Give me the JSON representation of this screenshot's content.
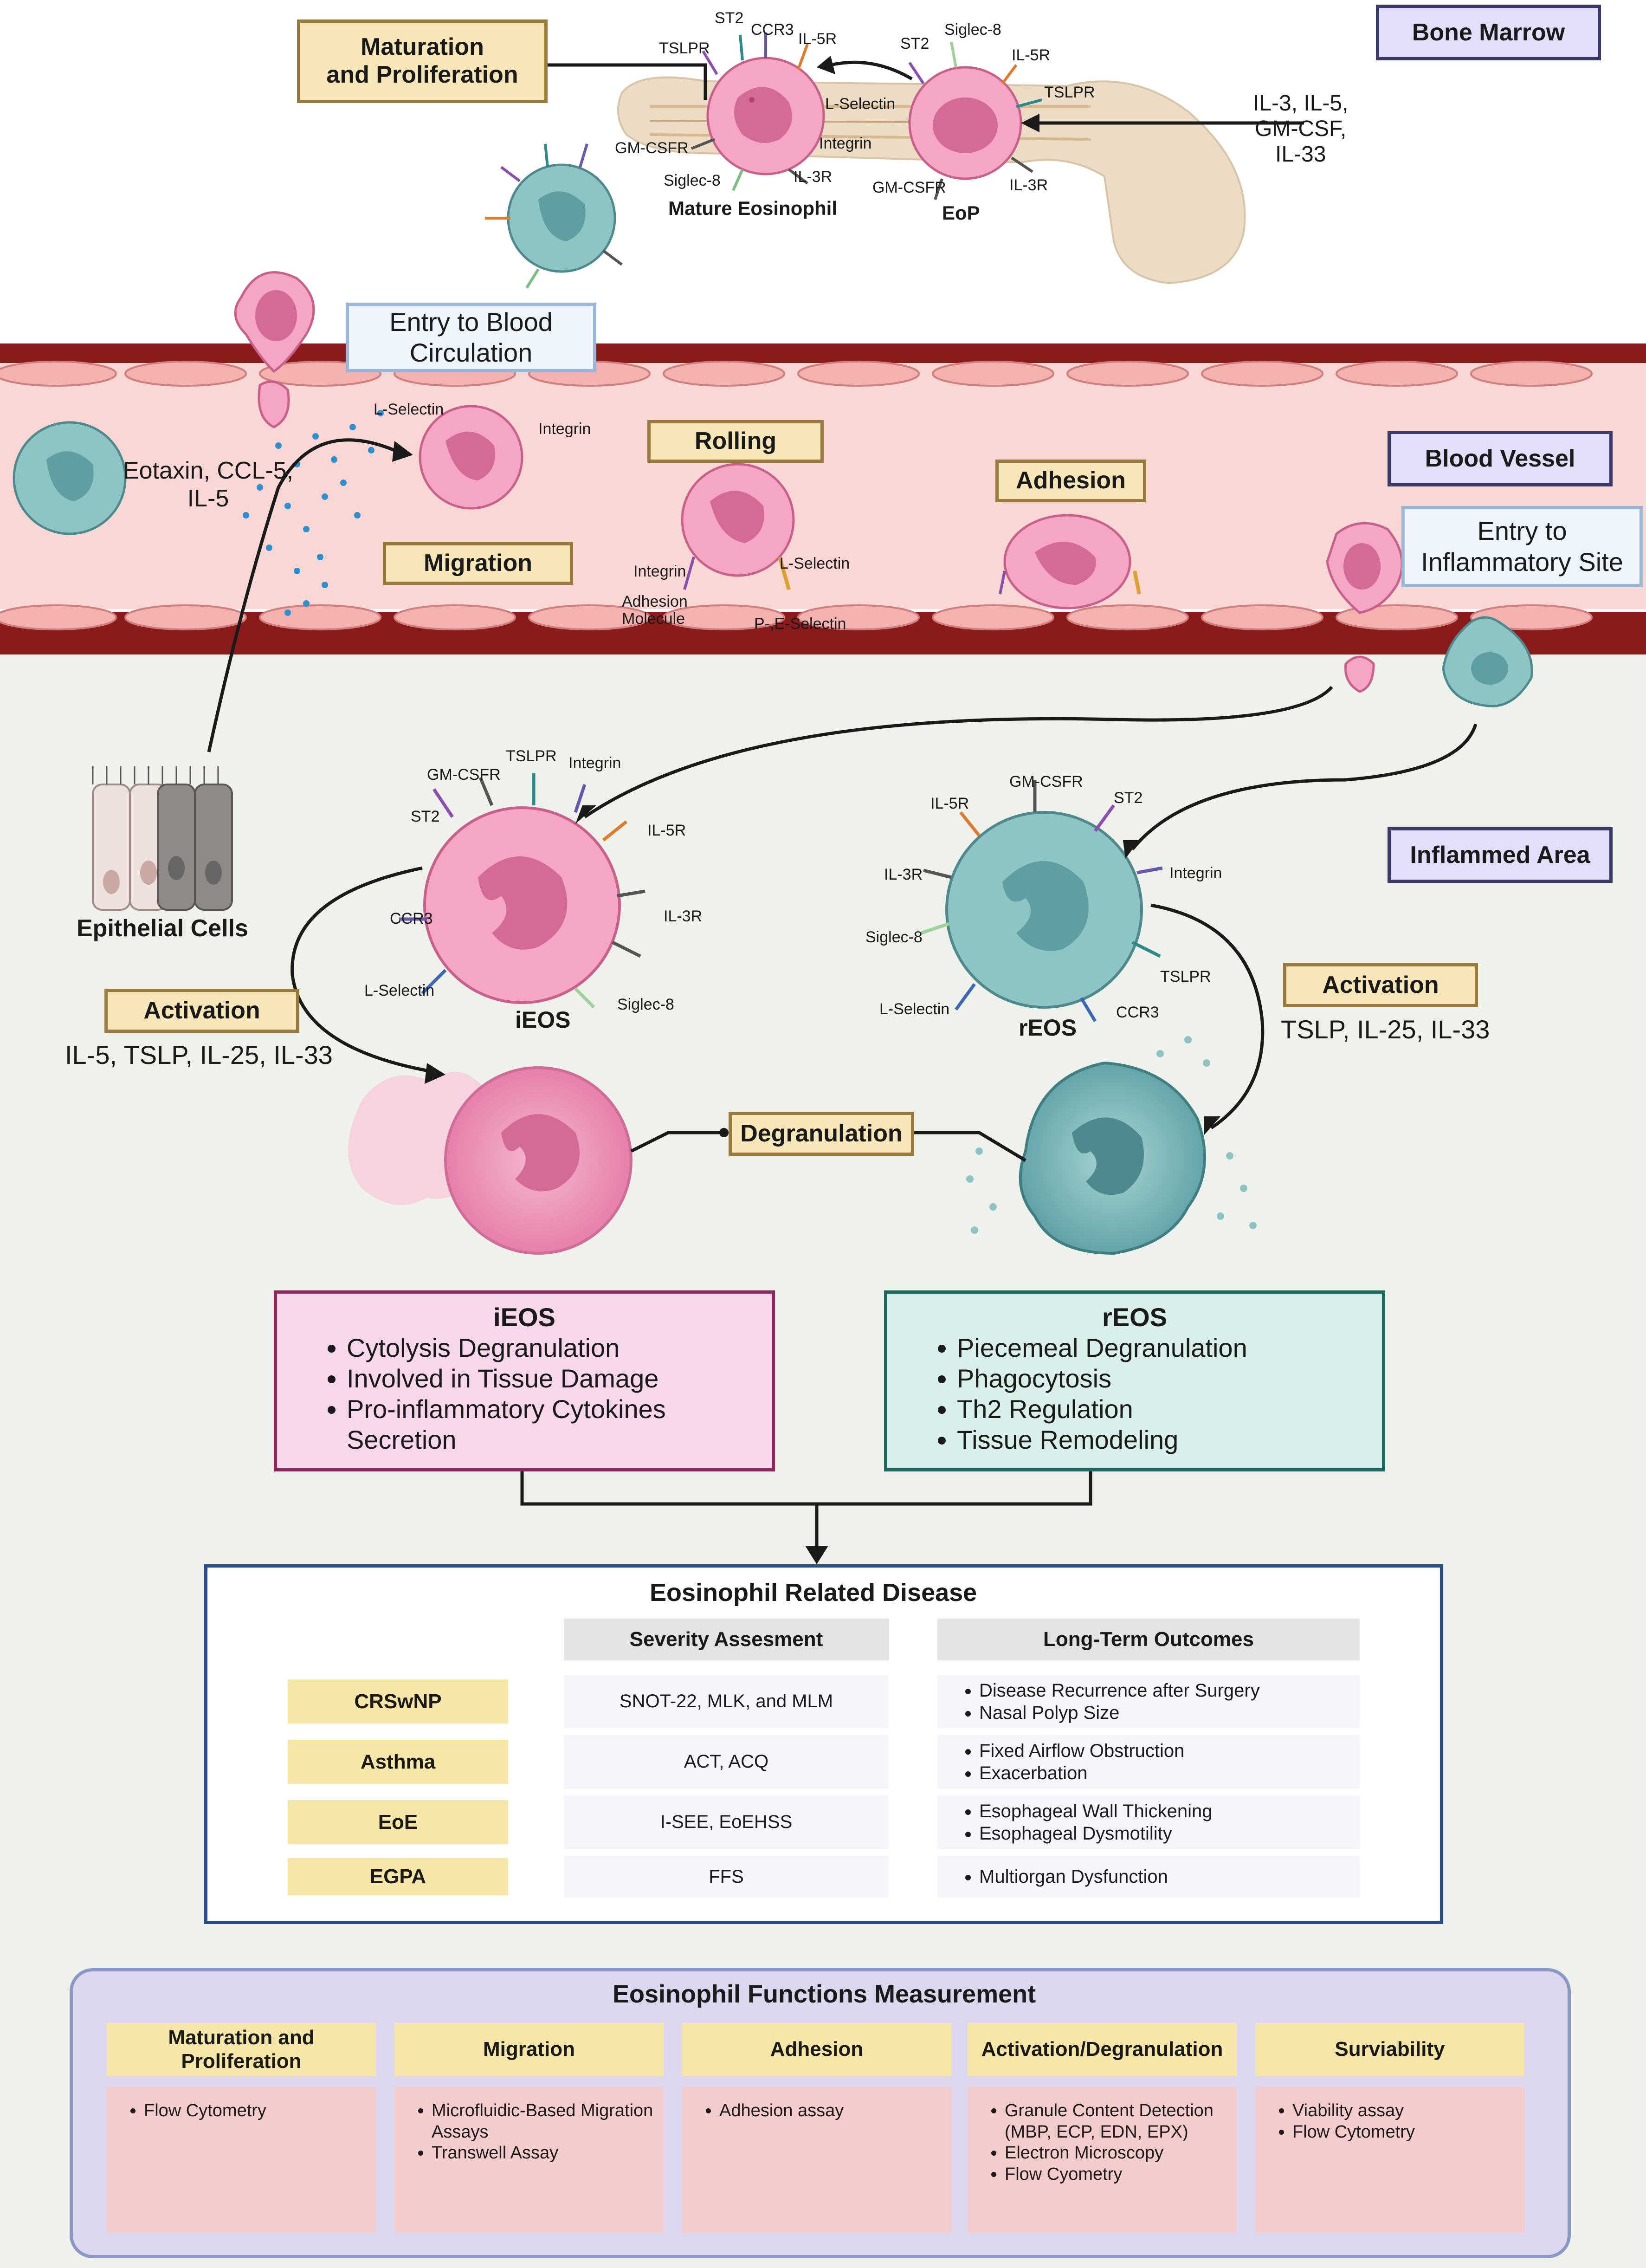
{
  "labels": {
    "maturation": "Maturation\nand Proliferation",
    "bone_marrow": "Bone Marrow",
    "entry_blood": "Entry to Blood\nCirculation",
    "blood_vessel": "Blood Vessel",
    "entry_inflammatory": "Entry to\nInflammatory Site",
    "rolling": "Rolling",
    "adhesion": "Adhesion",
    "migration": "Migration",
    "inflamed_area": "Inflammed Area",
    "activation_left": "Activation",
    "activation_right": "Activation",
    "degranulation": "Degranulation"
  },
  "bone_marrow_text": {
    "cytokines": "IL-3, IL-5,\nGM-CSF,\nIL-33",
    "mature_eosinophil": "Mature Eosinophil",
    "eop": "EoP",
    "receptors": [
      "TSLPR",
      "ST2",
      "CCR3",
      "IL-5R",
      "ST2",
      "Siglec-8",
      "IL-5R",
      "TSLPR",
      "L-Selectin",
      "Integrin",
      "GM-CSFR",
      "Siglec-8",
      "IL-3R",
      "GM-CSFR",
      "IL-3R"
    ]
  },
  "vessel_text": {
    "chemokines": "Eotaxin, CCL-5,\nIL-5",
    "l_selectin_top": "L-Selectin",
    "integrin_top": "Integrin",
    "integrin_rolling": "Integrin",
    "l_selectin_rolling": "L-Selectin",
    "adhesion_molecule": "Adhesion\nMolecule",
    "pe_selectin": "P-,E-Selectin"
  },
  "inflamed_text": {
    "epithelial": "Epithelial Cells",
    "ieos": "iEOS",
    "reos": "rEOS",
    "ieos_receptors": [
      "GM-CSFR",
      "TSLPR",
      "Integrin",
      "ST2",
      "IL-5R",
      "IL-3R",
      "CCR3",
      "L-Selectin",
      "Siglec-8"
    ],
    "reos_receptors": [
      "GM-CSFR",
      "IL-5R",
      "ST2",
      "IL-3R",
      "Integrin",
      "Siglec-8",
      "TSLPR",
      "L-Selectin",
      "CCR3"
    ],
    "activation_left_cytokines": "IL-5, TSLP, IL-25, IL-33",
    "activation_right_cytokines": "TSLP, IL-25, IL-33"
  },
  "ieos_box": {
    "title": "iEOS",
    "items": [
      "Cytolysis Degranulation",
      "Involved in Tissue Damage",
      "Pro-inflammatory Cytokines\nSecretion"
    ]
  },
  "reos_box": {
    "title": "rEOS",
    "items": [
      "Piecemeal Degranulation",
      "Phagocytosis",
      "Th2 Regulation",
      "Tissue Remodeling"
    ]
  },
  "disease": {
    "title": "Eosinophil Related Disease",
    "col_severity": "Severity Assesment",
    "col_outcomes": "Long-Term Outcomes",
    "rows": [
      {
        "name": "CRSwNP",
        "severity": "SNOT-22, MLK, and MLM",
        "outcomes": [
          "Disease Recurrence after Surgery",
          "Nasal Polyp Size"
        ]
      },
      {
        "name": "Asthma",
        "severity": "ACT, ACQ",
        "outcomes": [
          "Fixed Airflow Obstruction",
          "Exacerbation"
        ]
      },
      {
        "name": "EoE",
        "severity": "I-SEE, EoEHSS",
        "outcomes": [
          "Esophageal Wall Thickening",
          "Esophageal Dysmotility"
        ]
      },
      {
        "name": "EGPA",
        "severity": "FFS",
        "outcomes": [
          "Multiorgan Dysfunction"
        ]
      }
    ]
  },
  "functions": {
    "title": "Eosinophil Functions Measurement",
    "columns": [
      {
        "head": "Maturation and\nProliferation",
        "items": [
          "Flow Cytometry"
        ]
      },
      {
        "head": "Migration",
        "items": [
          "Microfluidic-Based Migration Assays",
          "Transwell Assay"
        ]
      },
      {
        "head": "Adhesion",
        "items": [
          "Adhesion assay"
        ]
      },
      {
        "head": "Activation/Degranulation",
        "items": [
          "Granule Content Detection (MBP, ECP, EDN, EPX)",
          "Electron Microscopy",
          "Flow Cyometry"
        ]
      },
      {
        "head": "Surviability",
        "items": [
          "Viability assay",
          "Flow Cytometry"
        ]
      }
    ]
  },
  "colors": {
    "vessel_wall": "#8b1a1a",
    "vessel_inner": "#f8d7d4",
    "inflamed_bg": "#eef2ea",
    "ieos_pink": "#ee9bbd",
    "reos_teal": "#8fc4c4",
    "ieos_box_bg": "#f7d7ec",
    "ieos_box_border": "#8a2a5c",
    "reos_box_bg": "#d8efec",
    "reos_box_border": "#1f6b5f",
    "disease_border": "#2b4e86",
    "functions_bg": "#dcd6ee",
    "functions_border": "#8a98c8"
  }
}
